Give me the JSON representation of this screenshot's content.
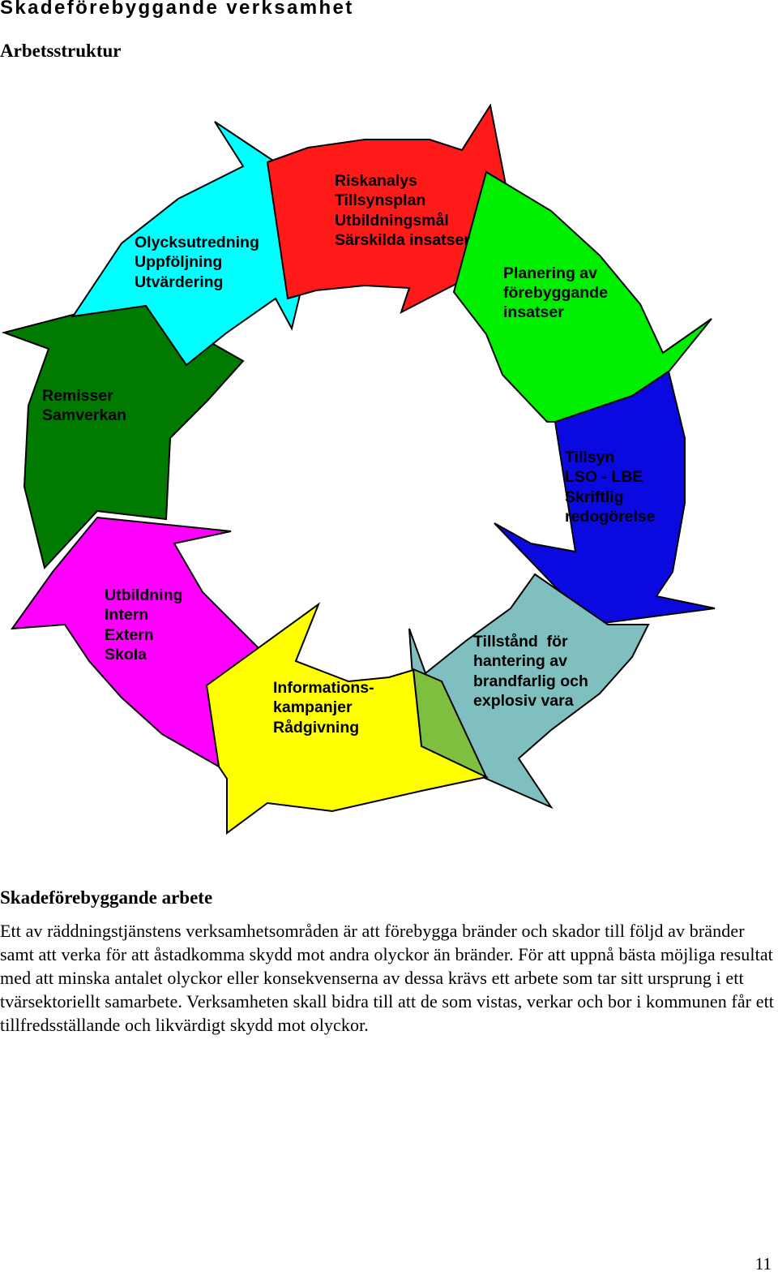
{
  "page": {
    "header": "Skadeförebyggande verksamhet",
    "subheader": "Arbetsstruktur",
    "page_number": "11"
  },
  "diagram": {
    "segments": [
      {
        "id": "riskanalys",
        "color": "#ff1a1a",
        "lines": [
          "Riskanalys",
          "Tillsynsplan",
          "Utbildningsmål",
          "Särskilda insatser"
        ]
      },
      {
        "id": "planering",
        "color": "#00ee00",
        "lines": [
          "Planering av",
          "förebyggande",
          "insatser"
        ]
      },
      {
        "id": "tillsyn",
        "color": "#0a0ae0",
        "lines": [
          "Tillsyn",
          "LSO - LBE",
          "Skriftlig",
          "redogörelse"
        ]
      },
      {
        "id": "tillstand",
        "color": "#80bfbf",
        "lines": [
          "Tillstånd  för",
          "hantering av",
          "brandfarlig och",
          "explosiv vara"
        ]
      },
      {
        "id": "informationskampanjer",
        "color": "#ffff00",
        "lines": [
          "Informations-",
          "kampanjer",
          "Rådgivning"
        ]
      },
      {
        "id": "utbildning",
        "color": "#ff00ff",
        "lines": [
          "Utbildning",
          "Intern",
          "Extern",
          "Skola"
        ]
      },
      {
        "id": "remisser",
        "color": "#007a00",
        "lines": [
          "Remisser",
          "Samverkan"
        ]
      },
      {
        "id": "olycksutredning",
        "color": "#00ffff",
        "lines": [
          "Olycksutredning",
          "Uppföljning",
          "Utvärdering"
        ]
      }
    ]
  },
  "section": {
    "title": "Skadeförebyggande arbete",
    "paragraph": "Ett av räddningstjänstens verksamhetsområden är att förebygga bränder och skador till följd av bränder samt att verka för att åstadkomma skydd mot andra olyckor än bränder. För att uppnå bästa möjliga resultat med att minska antalet olyckor eller konsekvenserna av dessa krävs ett arbete som tar sitt ursprung i ett tvärsektoriellt samarbete. Verksamheten skall bidra till att de som vistas, verkar och bor i kommunen får ett tillfredsställande och likvärdigt skydd mot olyckor."
  }
}
